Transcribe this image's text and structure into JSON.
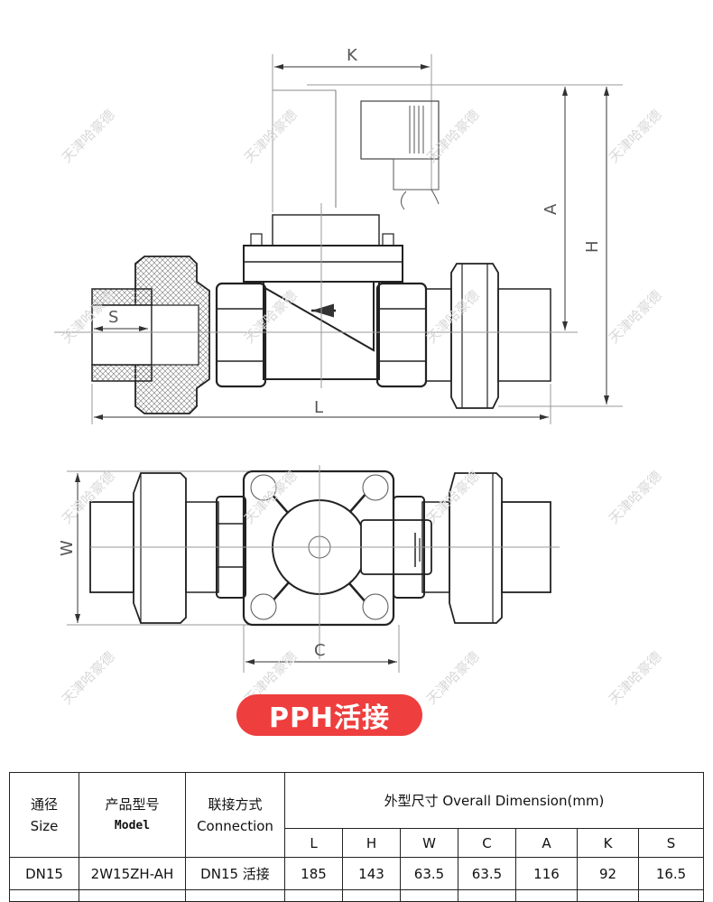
{
  "drawing": {
    "dimension_labels": {
      "K": "K",
      "A": "A",
      "H": "H",
      "S": "S",
      "L": "L",
      "W": "W",
      "C": "C"
    },
    "watermark": "天津哈豪德",
    "flow_direction": "left"
  },
  "badge": {
    "label": "PPH活接",
    "color": "#ee3e3e"
  },
  "table": {
    "headers": {
      "size": {
        "cn": "通径",
        "en": "Size"
      },
      "model": {
        "cn": "产品型号",
        "en": "Model"
      },
      "connection": {
        "cn": "联接方式",
        "en": "Connection"
      },
      "dimension": "外型尺寸 Overall Dimension(mm)"
    },
    "dimension_columns": [
      "L",
      "H",
      "W",
      "C",
      "A",
      "K",
      "S"
    ],
    "rows": [
      {
        "size": "DN15",
        "model": "2W15ZH-AH",
        "connection": "DN15 活接",
        "L": "185",
        "H": "143",
        "W": "63.5",
        "C": "63.5",
        "A": "116",
        "K": "92",
        "S": "16.5"
      }
    ]
  }
}
